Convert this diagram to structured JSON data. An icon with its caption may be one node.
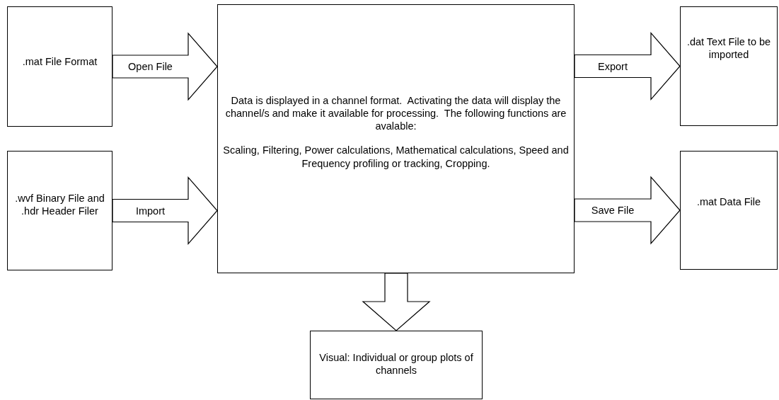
{
  "diagram": {
    "nodes": [
      {
        "text": [
          ".mat File Format"
        ]
      },
      {
        "text": [
          ".wvf Binary File and .hdr Header Filer"
        ]
      },
      {
        "text": [
          "Data is displayed in a channel format.  Activating the data will display the channel/s and make it available for processing.  The following functions are avalable:",
          "Scaling, Filtering, Power calculations, Mathematical calculations, Speed and Frequency profiling or tracking, Cropping."
        ]
      },
      {
        "text": [
          ".dat Text File to be imported"
        ]
      },
      {
        "text": [
          ".mat Data File"
        ]
      },
      {
        "text": [
          "Visual: Individual or group plots of channels"
        ]
      }
    ],
    "edges": [
      {
        "from": 0,
        "to": 2,
        "arrow": "to",
        "label": "Open File",
        "style": "thick"
      },
      {
        "from": 1,
        "to": 2,
        "arrow": "to",
        "label": "Import",
        "style": "thick"
      },
      {
        "from": 2,
        "to": 3,
        "arrow": "to",
        "label": "Export",
        "style": "thick"
      },
      {
        "from": 2,
        "to": 4,
        "arrow": "to",
        "label": "Save File",
        "style": "thick"
      },
      {
        "from": 2,
        "to": 5,
        "arrow": "to",
        "style": "thick"
      }
    ]
  }
}
